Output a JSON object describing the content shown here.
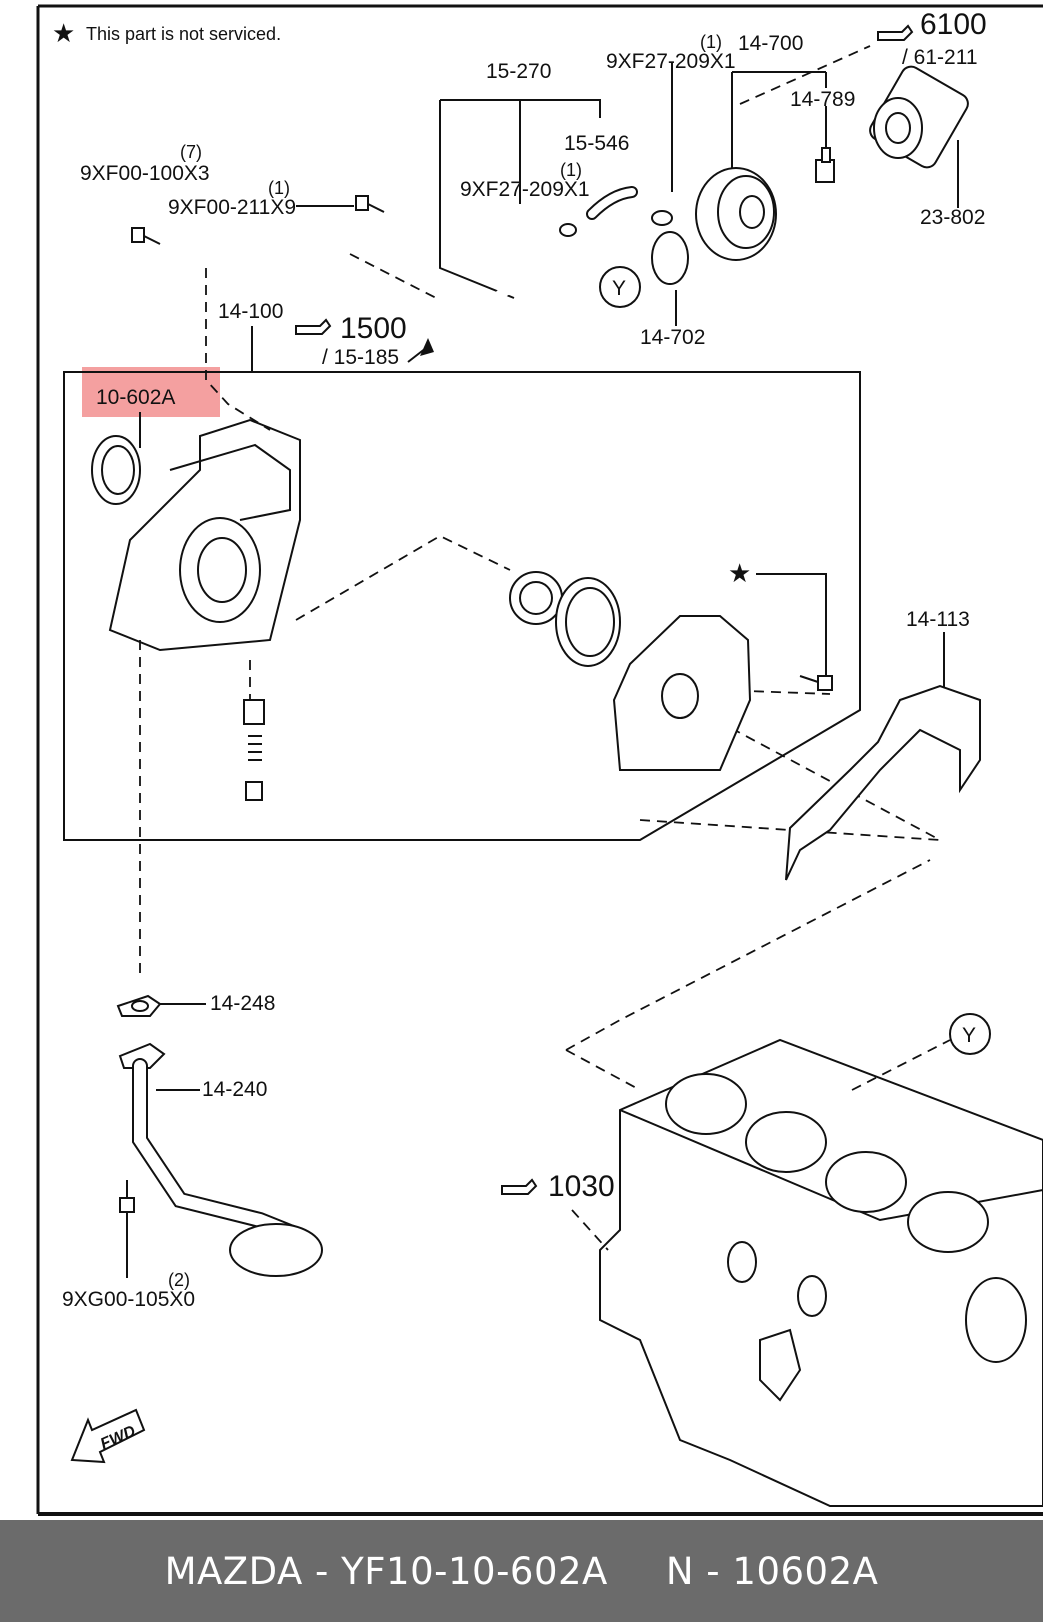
{
  "legend": {
    "star_text": "This part is not serviced."
  },
  "labels": {
    "p_15_270": "15-270",
    "p_9xf27_a_qty": "(1)",
    "p_9xf27_a": "9XF27-209X1",
    "p_14_700": "14-700",
    "ref_6100": "6100",
    "ref_61_211": "/ 61-211",
    "p_14_789": "14-789",
    "p_15_546": "15-546",
    "p_9xf00_100_qty": "(7)",
    "p_9xf00_100": "9XF00-100X3",
    "p_9xf27_b_qty": "(1)",
    "p_9xf27_b": "9XF27-209X1",
    "p_9xf00_211_qty": "(1)",
    "p_9xf00_211": "9XF00-211X9",
    "p_23_802": "23-802",
    "circle_y1": "Y",
    "p_14_702": "14-702",
    "p_14_100": "14-100",
    "ref_1500": "1500",
    "ref_15_185": "/ 15-185",
    "p_10_602a": "10-602A",
    "star": "★",
    "p_14_113": "14-113",
    "p_14_248": "14-248",
    "p_14_240": "14-240",
    "circle_y2": "Y",
    "ref_1030": "1030",
    "p_9xg00_qty": "(2)",
    "p_9xg00": "9XG00-105X0",
    "fwd": "FWD"
  },
  "highlight_color": "#f08080",
  "footer": {
    "brand_part": "MAZDA - YF10-10-602A",
    "catalog_no": "N - 10602A"
  }
}
